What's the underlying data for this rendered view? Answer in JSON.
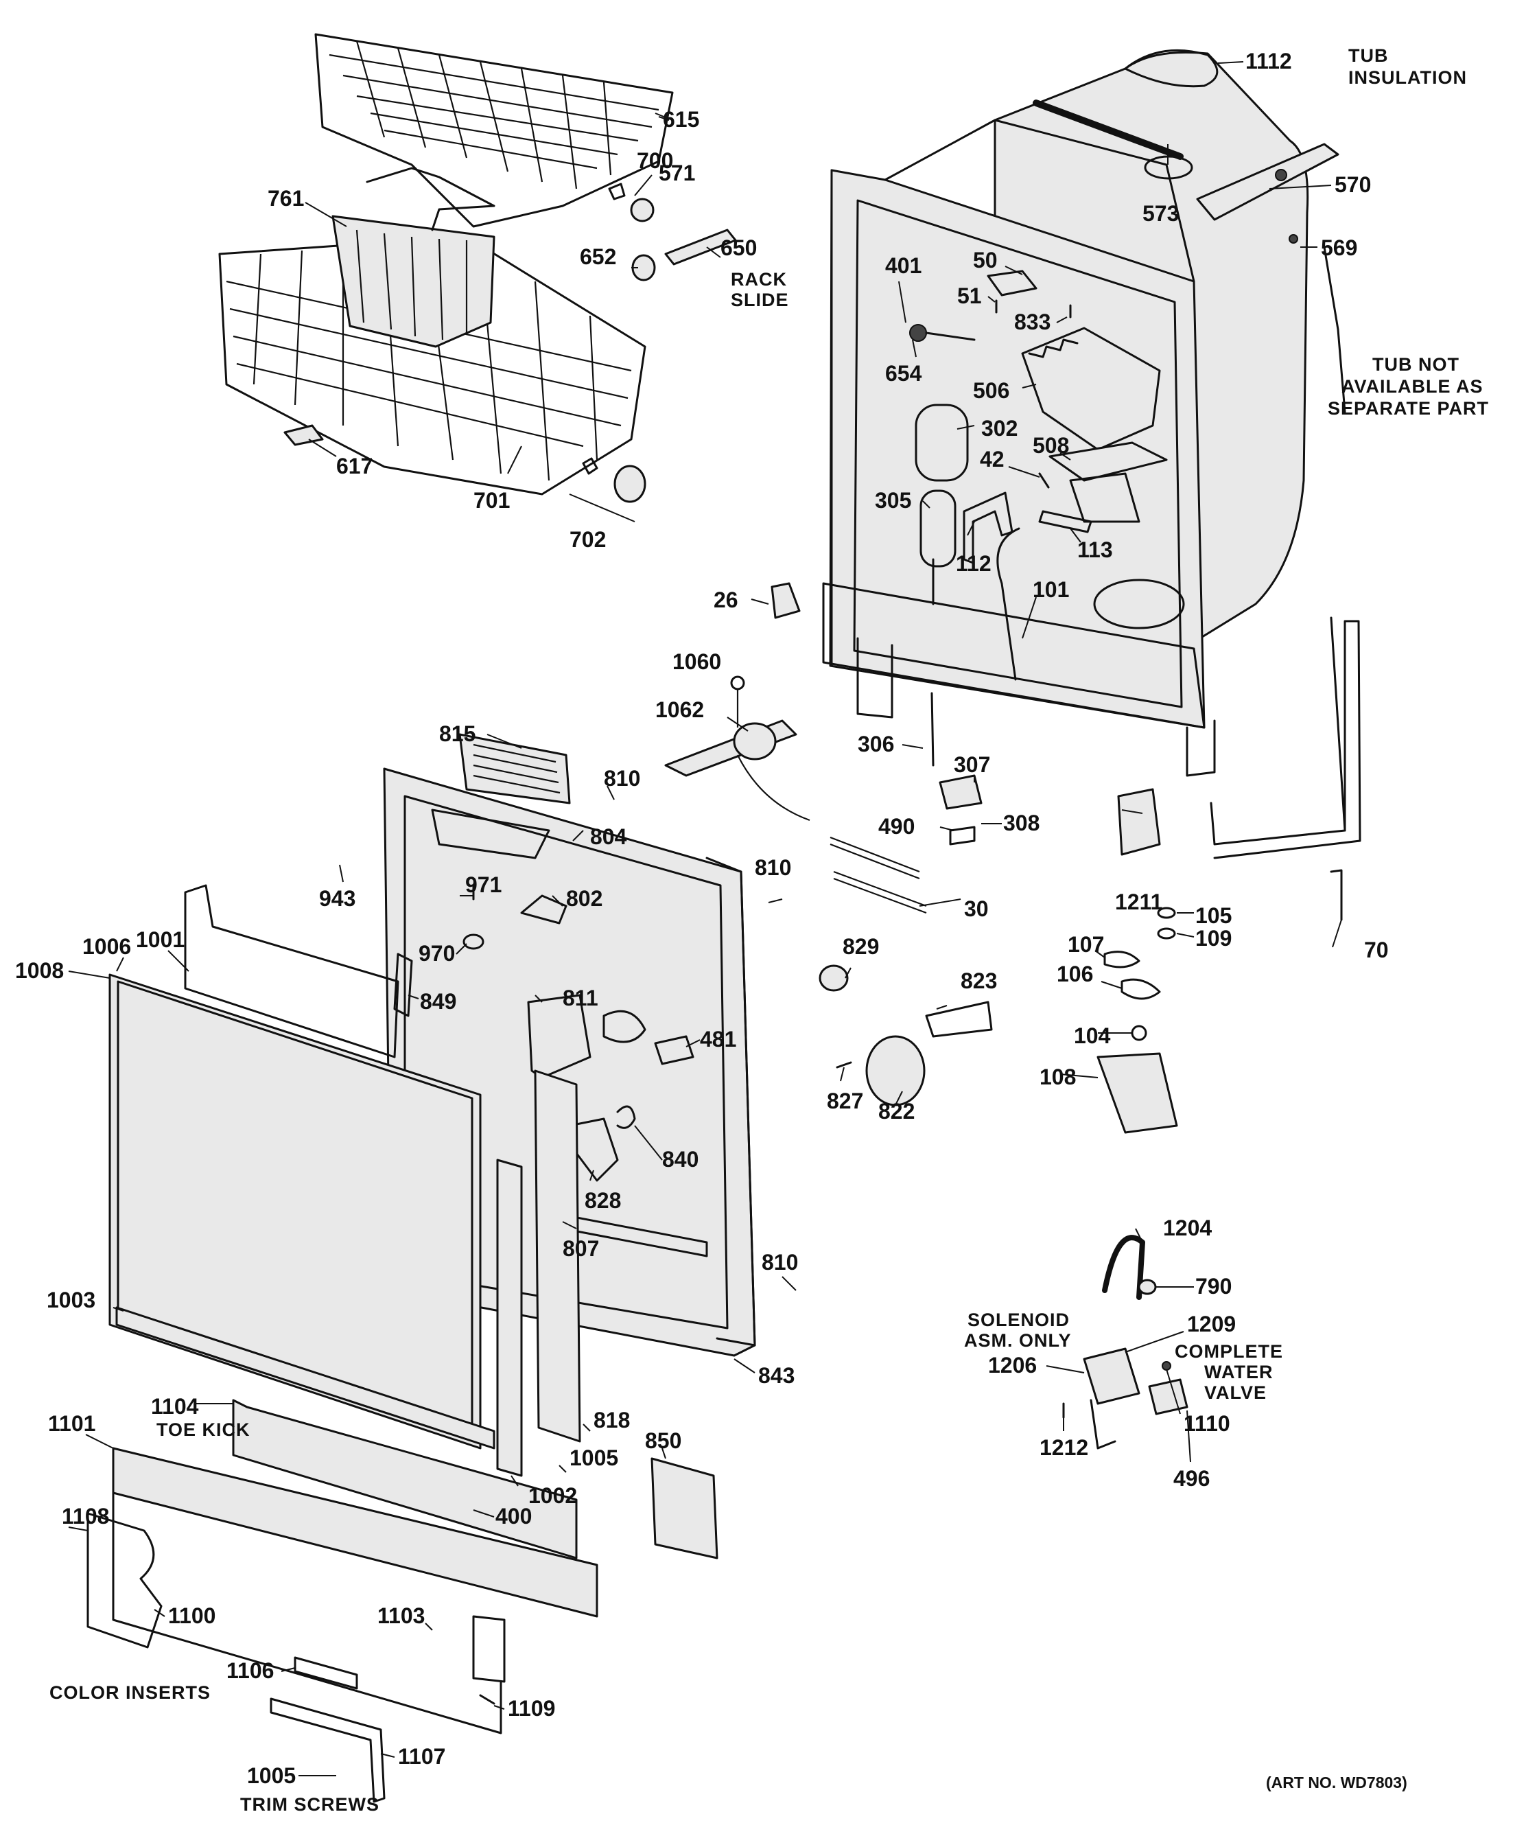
{
  "labels": {
    "p1112": "1112",
    "p571": "571",
    "p573": "573",
    "p570": "570",
    "p569": "569",
    "p401": "401",
    "p50": "50",
    "p51": "51",
    "p833": "833",
    "p654": "654",
    "p506": "506",
    "p302": "302",
    "p508": "508",
    "p42": "42",
    "p305": "305",
    "p112": "112",
    "p113": "113",
    "p101": "101",
    "p26": "26",
    "p615": "615",
    "p700": "700",
    "p761": "761",
    "p652": "652",
    "p650": "650",
    "p617": "617",
    "p701": "701",
    "p702": "702",
    "p1060": "1060",
    "p1062": "1062",
    "p306": "306",
    "p307": "307",
    "p308": "308",
    "p490": "490",
    "p30": "30",
    "p1211": "1211",
    "p70": "70",
    "p105": "105",
    "p109": "109",
    "p107": "107",
    "p106": "106",
    "p104": "104",
    "p108": "108",
    "p815": "815",
    "p810a": "810",
    "p804": "804",
    "p943": "943",
    "p971": "971",
    "p802": "802",
    "p810b": "810",
    "p970": "970",
    "p849": "849",
    "p811": "811",
    "p481": "481",
    "p829": "829",
    "p823": "823",
    "p827": "827",
    "p822": "822",
    "p840": "840",
    "p828": "828",
    "p807": "807",
    "p810c": "810",
    "p843": "843",
    "p1006": "1006",
    "p1008": "1008",
    "p1001": "1001",
    "p1003": "1003",
    "p1101": "1101",
    "p1104": "1104",
    "p818": "818",
    "p1005a": "1005",
    "p1002": "1002",
    "p850": "850",
    "p400": "400",
    "p1108": "1108",
    "p1100": "1100",
    "p1103": "1103",
    "p1106": "1106",
    "p1109": "1109",
    "p1107": "1107",
    "p1005b": "1005",
    "p1204": "1204",
    "p790": "790",
    "p1209": "1209",
    "p1206": "1206",
    "p1110": "1110",
    "p1212": "1212",
    "p496": "496"
  },
  "notes": {
    "tub_insulation_1": "TUB",
    "tub_insulation_2": "INSULATION",
    "rack_slide_1": "RACK",
    "rack_slide_2": "SLIDE",
    "tub_note_1": "TUB NOT",
    "tub_note_2": "AVAILABLE AS",
    "tub_note_3": "SEPARATE PART",
    "toe_kick": "TOE KICK",
    "color_inserts": "COLOR INSERTS",
    "trim_screws": "TRIM SCREWS",
    "solenoid_1": "SOLENOID",
    "solenoid_2": "ASM. ONLY",
    "valve_1": "COMPLETE",
    "valve_2": "WATER",
    "valve_3": "VALVE",
    "art_no": "(ART NO. WD7803)"
  }
}
